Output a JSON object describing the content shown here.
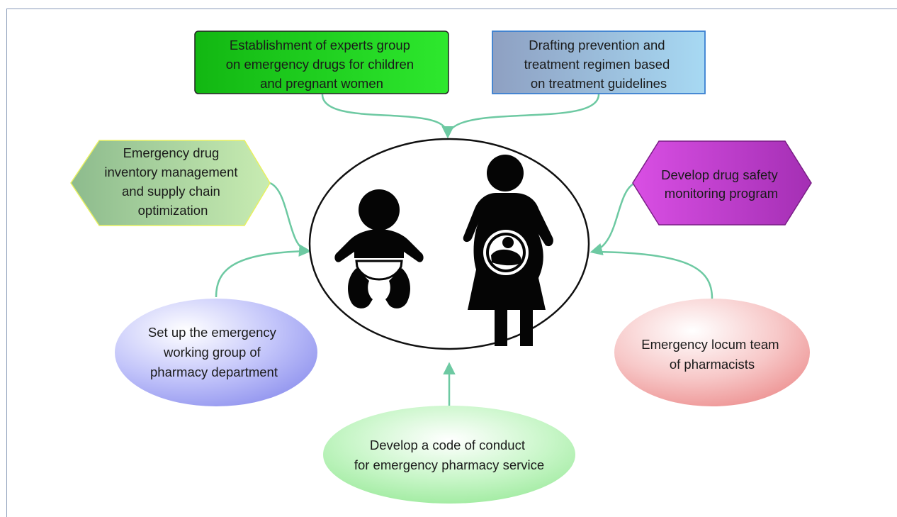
{
  "diagram": {
    "nodes": [
      {
        "id": "experts",
        "lines": [
          "Establishment of experts group",
          "on emergency drugs for children",
          "and pregnant women"
        ]
      },
      {
        "id": "regimen",
        "lines": [
          "Drafting prevention and",
          "treatment regimen based",
          "on treatment guidelines"
        ]
      },
      {
        "id": "inventory",
        "lines": [
          "Emergency drug",
          "inventory management",
          "and supply chain",
          "optimization"
        ]
      },
      {
        "id": "safety",
        "lines": [
          "Develop drug safety",
          "monitoring program"
        ]
      },
      {
        "id": "working-group",
        "lines": [
          "Set up the emergency",
          "working group of",
          "pharmacy department"
        ]
      },
      {
        "id": "locum",
        "lines": [
          "Emergency locum team",
          "of pharmacists"
        ]
      },
      {
        "id": "code",
        "lines": [
          "Develop a code of conduct",
          "for emergency pharmacy service"
        ]
      }
    ],
    "center": {
      "icons": [
        "baby-icon",
        "pregnant-woman-icon"
      ]
    },
    "colors": {
      "connector": "#6dc9a2",
      "experts_fill": "#1fc81f",
      "regimen_fill": "#9fc8e6",
      "inventory_fill": "#a8cea0",
      "safety_fill": "#c43bd0",
      "working_group_fill": "#9a9cf0",
      "locum_fill": "#f0a0a0",
      "code_fill": "#a6eea6"
    }
  }
}
